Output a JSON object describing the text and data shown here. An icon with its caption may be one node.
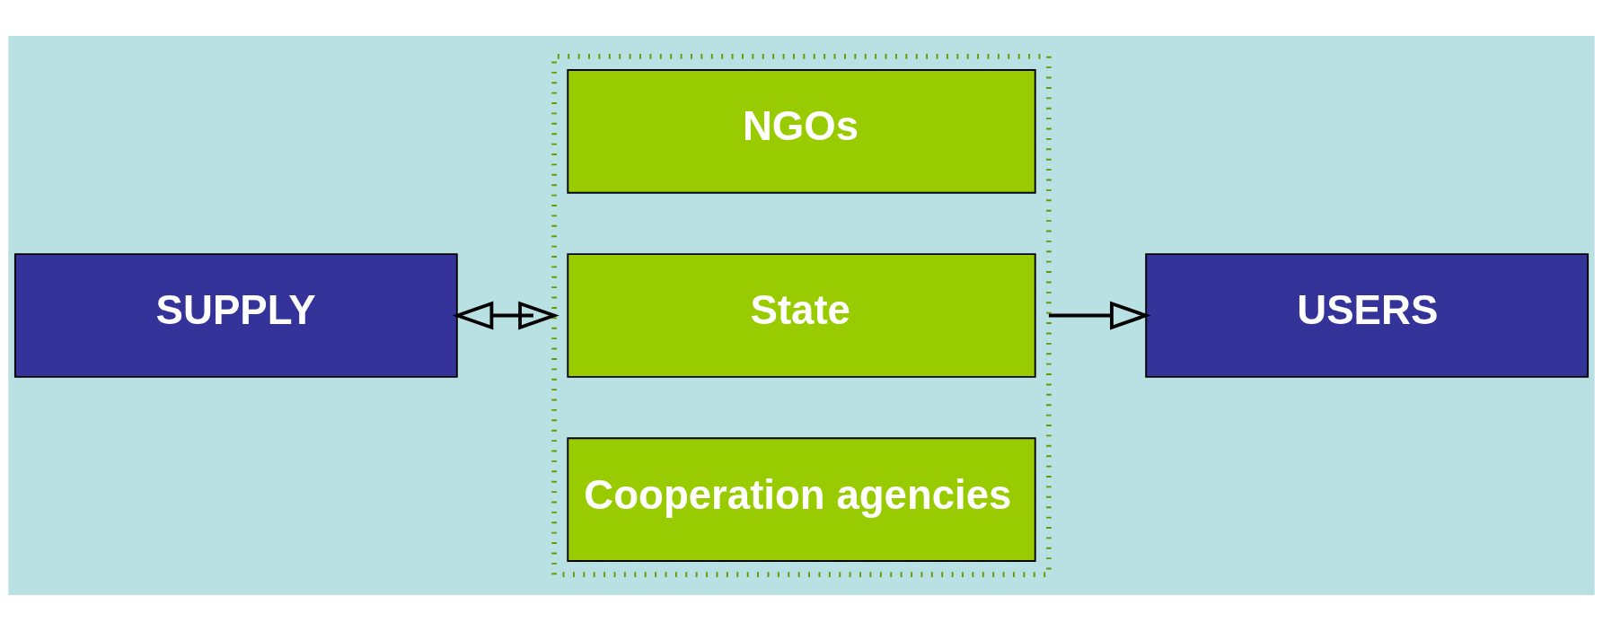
{
  "diagram": {
    "nodes": [
      {
        "text": [
          "SUPPLY"
        ]
      },
      {
        "text": [],
        "shape": "box"
      },
      {
        "text": [
          "NGOs"
        ],
        "in": 1
      },
      {
        "text": [
          "State"
        ],
        "in": 1
      },
      {
        "text": [
          "Cooperation agencies"
        ],
        "in": 1
      },
      {
        "text": [
          "USERS"
        ]
      }
    ],
    "edges": [
      {
        "from": 0,
        "to": 1,
        "arrow": "both"
      },
      {
        "from": 1,
        "to": 5,
        "arrow": "to"
      }
    ]
  }
}
